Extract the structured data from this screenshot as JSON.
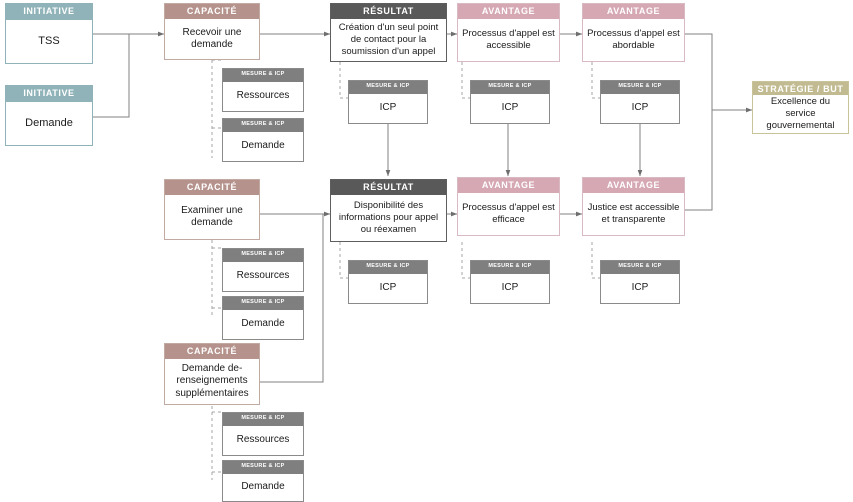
{
  "diagram": {
    "title": "Carte strategique - Processus d'appel",
    "colors": {
      "initiative": "#8fb3b8",
      "capacite": "#b5938c",
      "resultat": "#595959",
      "avantage": "#d5a8b4",
      "strategie": "#c2bb91",
      "mesure": "#7f7f7f",
      "edge": "#808080",
      "edge_dashed": "#a6a6a6",
      "background": "#ffffff"
    },
    "headers": {
      "initiative": "INITIATIVE",
      "capacite": "CAPACITÉ",
      "resultat": "RÉSULTAT",
      "avantage": "AVANTAGE",
      "strategie": "STRATÉGIE  /  BUT",
      "mesure": "MESURE & ICP"
    },
    "nodes": {
      "initiative_tss": {
        "header": "INITIATIVE",
        "label": "TSS"
      },
      "initiative_demande": {
        "header": "INITIATIVE",
        "label": "Demande"
      },
      "capacite_recevoir": {
        "header": "CAPACITÉ",
        "label": "Recevoir une demande"
      },
      "capacite_examiner": {
        "header": "CAPACITÉ",
        "label": "Examiner une demande"
      },
      "capacite_renseignements": {
        "header": "CAPACITÉ",
        "label": "Demande de-renseignements supplémentaires"
      },
      "mesure_recevoir_ressources": {
        "header": "MESURE & ICP",
        "label": "Ressources"
      },
      "mesure_recevoir_demande": {
        "header": "MESURE & ICP",
        "label": "Demande"
      },
      "mesure_examiner_ressources": {
        "header": "MESURE & ICP",
        "label": "Ressources"
      },
      "mesure_examiner_demande": {
        "header": "MESURE & ICP",
        "label": "Demande"
      },
      "mesure_renseignements_ressources": {
        "header": "MESURE & ICP",
        "label": "Ressources"
      },
      "mesure_renseignements_demande": {
        "header": "MESURE & ICP",
        "label": "Demande"
      },
      "resultat_creation": {
        "header": "RÉSULTAT",
        "label": "Création d'un seul point de contact pour la soumission d'un appel"
      },
      "resultat_disponibilite": {
        "header": "RÉSULTAT",
        "label": "Disponibilité des informations pour appel ou réexamen"
      },
      "avantage_accessible": {
        "header": "AVANTAGE",
        "label": "Processus d'appel est accessible"
      },
      "avantage_abordable": {
        "header": "AVANTAGE",
        "label": "Processus d'appel est abordable"
      },
      "avantage_efficace": {
        "header": "AVANTAGE",
        "label": "Processus d'appel est efficace"
      },
      "avantage_justice": {
        "header": "AVANTAGE",
        "label": "Justice est accessible et transparente"
      },
      "mesure_creation_icp": {
        "header": "MESURE & ICP",
        "label": "ICP"
      },
      "mesure_accessible_icp": {
        "header": "MESURE & ICP",
        "label": "ICP"
      },
      "mesure_abordable_icp": {
        "header": "MESURE & ICP",
        "label": "ICP"
      },
      "mesure_disponibilite_icp": {
        "header": "MESURE & ICP",
        "label": "ICP"
      },
      "mesure_efficace_icp": {
        "header": "MESURE & ICP",
        "label": "ICP"
      },
      "mesure_justice_icp": {
        "header": "MESURE & ICP",
        "label": "ICP"
      },
      "strategie_excellence": {
        "header": "STRATÉGIE  /  BUT",
        "label": "Excellence du service gouvernemental"
      }
    }
  }
}
